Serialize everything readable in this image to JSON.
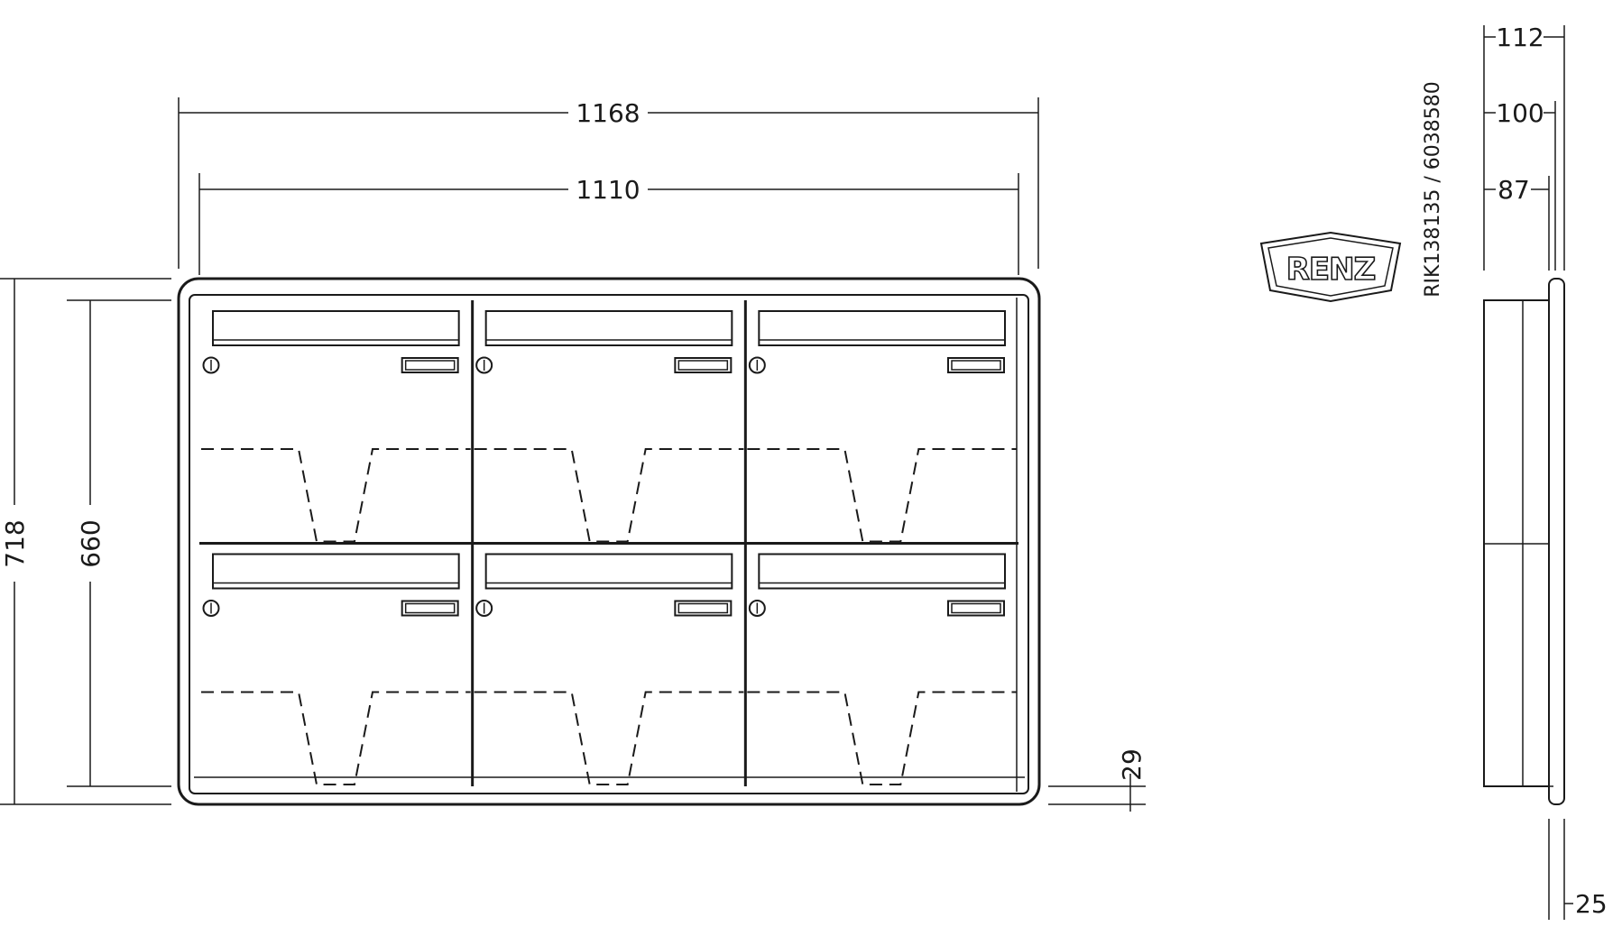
{
  "front_view": {
    "width_outer": "1168",
    "width_inner": "1110",
    "height_outer": "718",
    "height_inner": "660",
    "bottom_offset": "29"
  },
  "side_view": {
    "depth_total": "112",
    "depth_mid": "100",
    "depth_box": "87",
    "bottom_projection": "25"
  },
  "logo": {
    "text": "RENZ"
  },
  "product_code": "RIK138135 / 6038580",
  "mailboxes": {
    "rows": 2,
    "columns": 3
  }
}
